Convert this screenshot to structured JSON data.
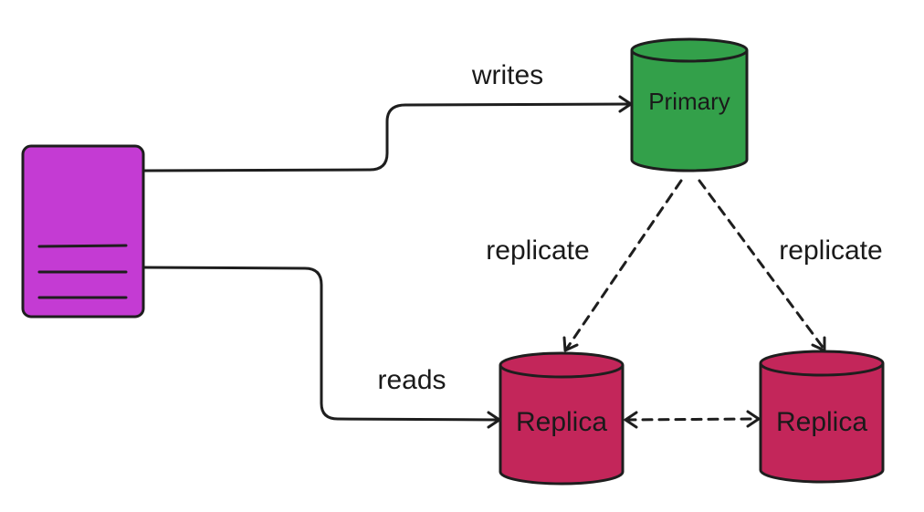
{
  "diagram": {
    "colors": {
      "client_fill": "#c43bd3",
      "primary_fill": "#33a04a",
      "replica_fill": "#c3265a",
      "stroke": "#1e1e1e"
    },
    "nodes": {
      "client": {
        "icon": "document-icon"
      },
      "primary": {
        "label": "Primary"
      },
      "replica_left": {
        "label": "Replica"
      },
      "replica_right": {
        "label": "Replica"
      }
    },
    "edges": {
      "writes": {
        "label": "writes",
        "style": "solid"
      },
      "reads": {
        "label": "reads",
        "style": "solid"
      },
      "replicate_left": {
        "label": "replicate",
        "style": "dashed"
      },
      "replicate_right": {
        "label": "replicate",
        "style": "dashed"
      },
      "replica_sync": {
        "label": "",
        "style": "dashed",
        "bidirectional": true
      }
    }
  }
}
